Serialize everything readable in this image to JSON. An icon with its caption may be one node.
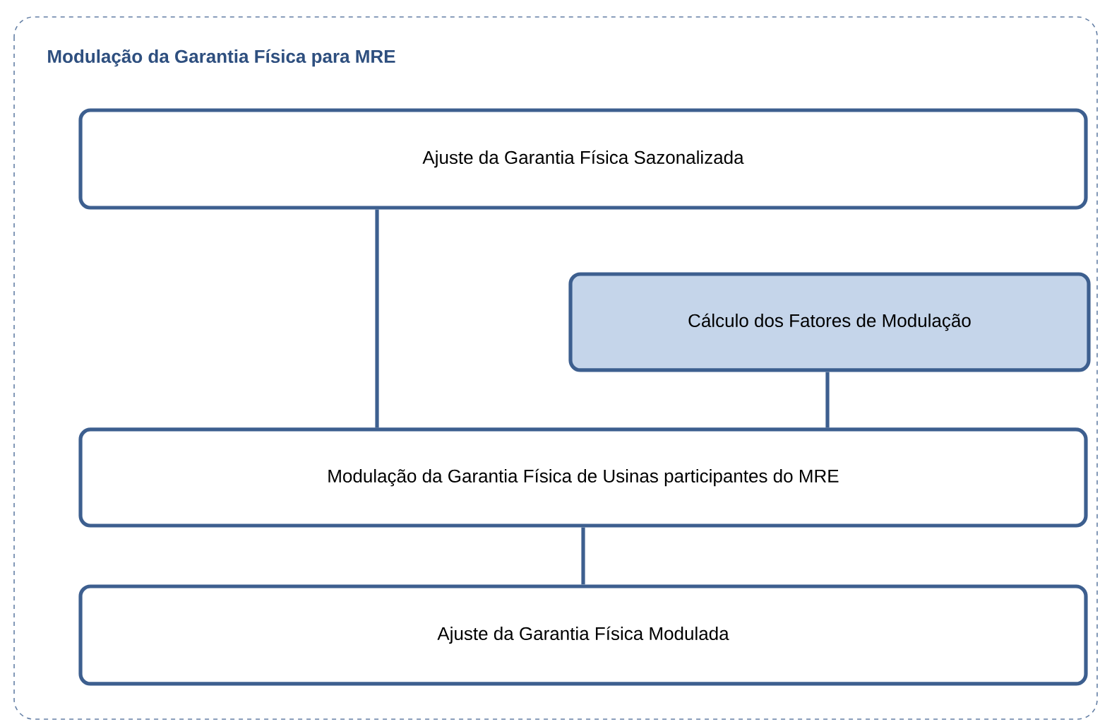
{
  "diagram": {
    "nodes": [
      {
        "text": [
          "Modulação da Garantia Física para MRE"
        ]
      },
      {
        "text": [
          "Ajuste da Garantia Física Sazonalizada"
        ],
        "in": 0
      },
      {
        "text": [
          "Cálculo dos Fatores de Modulação"
        ],
        "in": 0
      },
      {
        "text": [
          "Modulação da Garantia Física de Usinas participantes do MRE"
        ],
        "in": 0
      },
      {
        "text": [
          "Ajuste da Garantia Física Modulada"
        ],
        "in": 0
      }
    ],
    "edges": [
      {
        "from": 1,
        "to": 3,
        "arrow": "none"
      },
      {
        "from": 2,
        "to": 3,
        "arrow": "none"
      },
      {
        "from": 3,
        "to": 4,
        "arrow": "none"
      }
    ]
  }
}
